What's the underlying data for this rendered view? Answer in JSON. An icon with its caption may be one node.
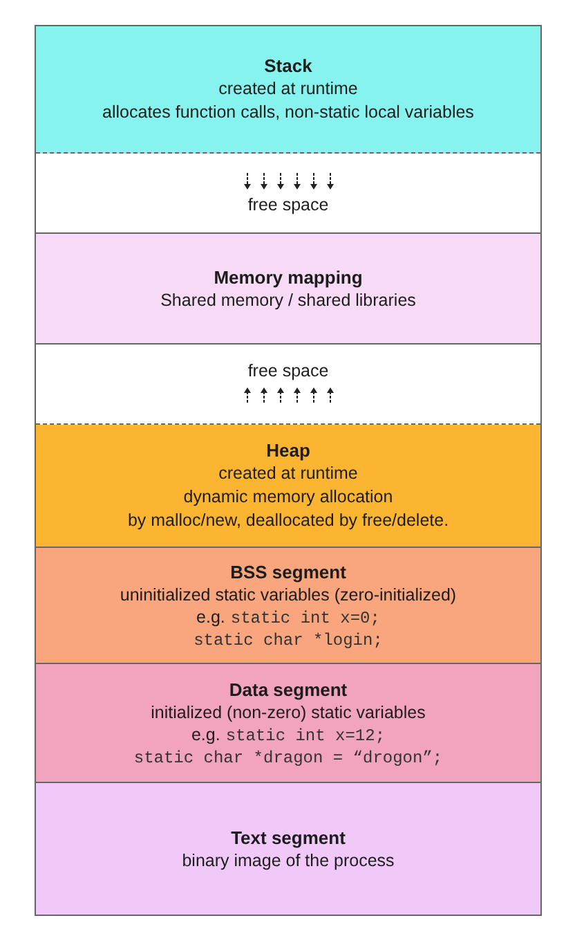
{
  "diagram": {
    "nodes": [
      {
        "text": [
          "Stack",
          "created at runtime",
          "allocates function calls, non-static local variables"
        ]
      },
      {
        "text": [
          "free space"
        ]
      },
      {
        "text": [
          "Memory mapping",
          "Shared memory / shared libraries"
        ]
      },
      {
        "text": [
          "free space"
        ]
      },
      {
        "text": [
          "Heap",
          "created at runtime",
          "dynamic memory allocation",
          "by malloc/new, deallocated by free/delete."
        ]
      },
      {
        "text": [
          "BSS segment",
          "uninitialized static variables (zero-initialized)",
          "e.g.",
          "static int x=0;",
          "static char *login;"
        ]
      },
      {
        "text": [
          "Data segment",
          "initialized (non-zero) static variables",
          "e.g.",
          "static int x=12;",
          "static char *dragon = “drogon”;"
        ]
      },
      {
        "text": [
          "Text segment",
          "binary image of the process"
        ]
      }
    ]
  }
}
